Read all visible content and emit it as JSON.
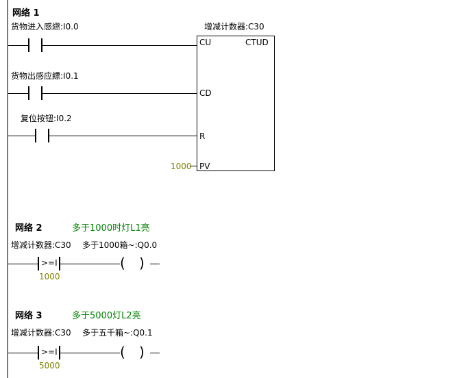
{
  "colors": {
    "comment": "#008000",
    "constant": "#808000",
    "wire": "#000000",
    "rail": "#7a7a7a"
  },
  "ladder": {
    "network1": {
      "title": "网络 1",
      "contacts": [
        {
          "label": "货物进入感繺:I0.0"
        },
        {
          "label": "货物出感应縹:I0.1"
        },
        {
          "label": "复位按钮:I0.2"
        }
      ],
      "counter": {
        "label": "增减计数器:C30",
        "type": "CTUD",
        "in1": "CU",
        "in2": "CD",
        "in3": "R",
        "in4": "PV",
        "pv_value": "1000"
      }
    },
    "network2": {
      "title": "网络 2",
      "comment": "多于1000时灯L1亮",
      "contact_label": "增减计数器:C30",
      "compare_op": ">=I",
      "compare_value": "1000",
      "coil_label": "多于1000箱~:Q0.0"
    },
    "network3": {
      "title": "网络 3",
      "comment": "多于5000灯L2亮",
      "contact_label": "增减计数器:C30",
      "compare_op": ">=I",
      "compare_value": "5000",
      "coil_label": "多于五千箱~:Q0.1"
    }
  }
}
